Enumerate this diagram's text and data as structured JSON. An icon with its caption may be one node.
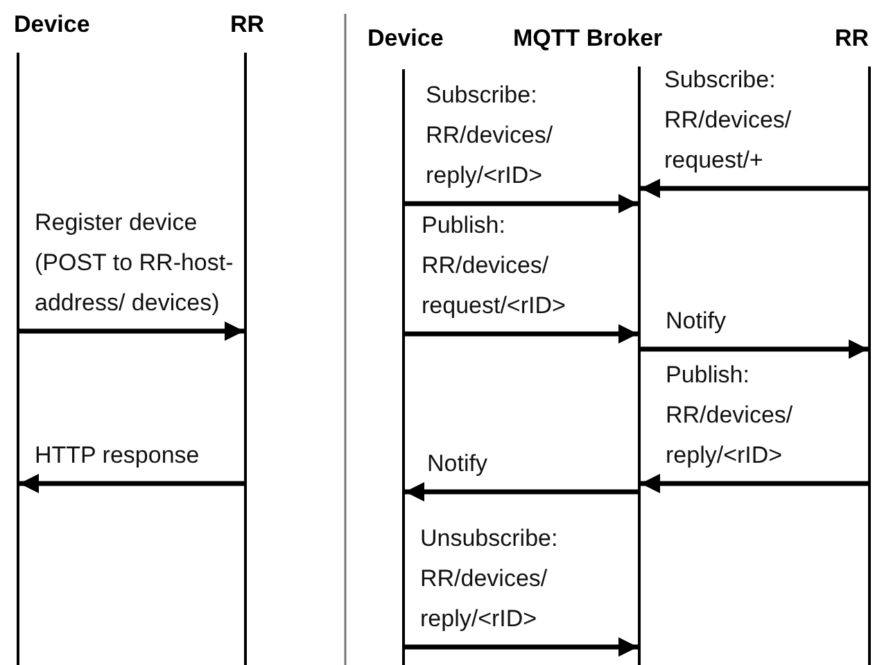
{
  "diagram": {
    "nodes": [
      {
        "text": [
          "Device"
        ]
      },
      {
        "text": [
          "RR"
        ]
      },
      {
        "text": [
          "Device"
        ]
      },
      {
        "text": [
          "MQTT Broker"
        ]
      },
      {
        "text": [
          "RR"
        ]
      }
    ],
    "edges": [
      {
        "from": 0,
        "to": 1,
        "arrow": "to",
        "label": "Register device (POST to RR-host-address/ devices)"
      },
      {
        "from": 1,
        "to": 0,
        "arrow": "to",
        "label": "HTTP response"
      },
      {
        "from": 2,
        "to": 3,
        "arrow": "to",
        "label": "Subscribe: RR/devices/ reply/<rID>"
      },
      {
        "from": 4,
        "to": 3,
        "arrow": "to",
        "label": "Subscribe: RR/devices/ request/+"
      },
      {
        "from": 2,
        "to": 3,
        "arrow": "to",
        "label": "Publish: RR/devices/ request/<rID>"
      },
      {
        "from": 3,
        "to": 4,
        "arrow": "to",
        "label": "Notify"
      },
      {
        "from": 4,
        "to": 3,
        "arrow": "to",
        "label": "Publish: RR/devices/ reply/<rID>"
      },
      {
        "from": 3,
        "to": 2,
        "arrow": "to",
        "label": "Notify"
      },
      {
        "from": 2,
        "to": 3,
        "arrow": "to",
        "label": "Unsubscribe: RR/devices/ reply/<rID>"
      }
    ]
  }
}
